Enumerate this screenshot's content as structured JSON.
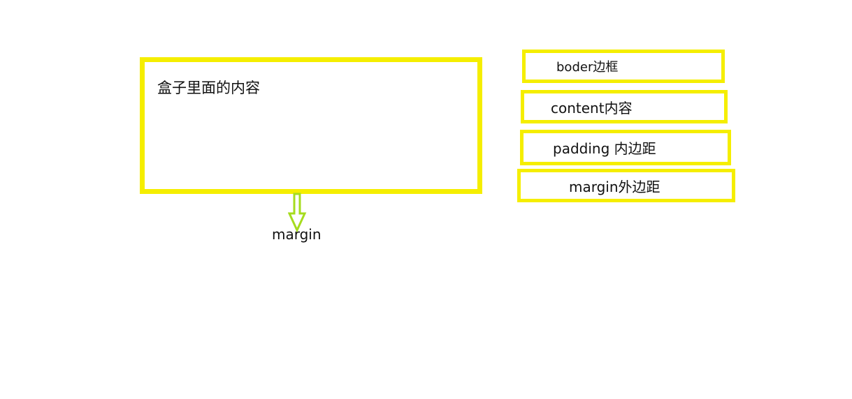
{
  "main_box": {
    "content_text": "盒子里面的内容"
  },
  "legend": {
    "border": "boder边框",
    "content": "content内容",
    "padding": "padding 内边距",
    "margin": "margin外边距"
  },
  "margin_label": "margin",
  "colors": {
    "box_border": "#f5ee00",
    "arrow": "#a6dc1e",
    "text": "#111111",
    "background": "#ffffff"
  }
}
